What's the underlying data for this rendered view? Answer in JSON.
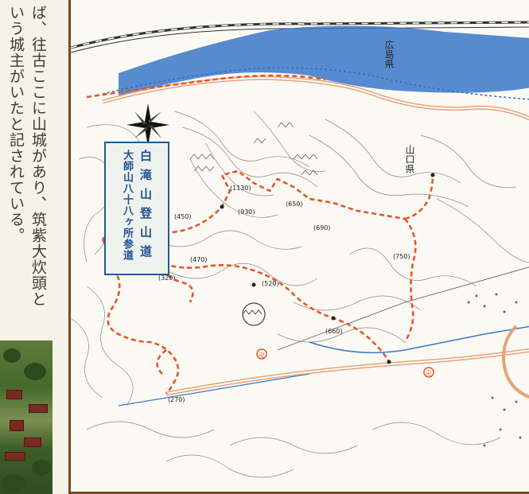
{
  "text_columns": [
    "ば、往古ここに山城があり、筑紫大炊頭と",
    "いう城主がいたと記されている。"
  ],
  "map": {
    "title": {
      "line1": "白滝山登山道",
      "line2": "大師山八十八ヶ所参道"
    },
    "region_labels": {
      "hiroshima": "広島県",
      "yamaguchi": "山口県"
    },
    "elevations": [
      "(1130)",
      "(930)",
      "(650)",
      "(690)",
      "(520)",
      "(450)",
      "(470)",
      "(320)",
      "(270)",
      "(750)",
      "(660)"
    ],
    "colors": {
      "trail": "#e2572a",
      "river_fill": "#3a78c9",
      "river_line": "#2a6fc0",
      "road": "#e8a178",
      "contour": "#8a8a8a",
      "title_border": "#1f5b99",
      "frame": "#7a4a2a"
    },
    "compass_icon": "compass-rose-icon"
  }
}
